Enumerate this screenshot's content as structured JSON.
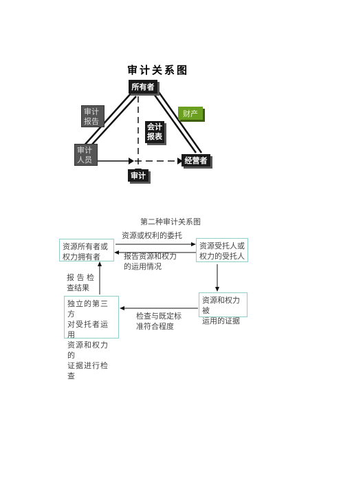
{
  "diagram1": {
    "title": "审计关系图",
    "owner": "所有者",
    "audit_report": [
      "审计",
      "报告"
    ],
    "auditor": [
      "审计",
      "人员"
    ],
    "accounting_statements": [
      "会计",
      "报表"
    ],
    "property": "财产",
    "manager": "经营者",
    "audit": "审计"
  },
  "diagram2": {
    "title": "第二种审计关系图",
    "delegation_label": "资源或权利的委托",
    "owner_box": [
      "资源所有者或",
      "权力拥有者"
    ],
    "trustee_box": [
      "资源受托人或",
      "权力的受托人"
    ],
    "report_usage_label": [
      "报告资源和权力",
      "的运用情况"
    ],
    "report_result_label": [
      "报 告 检",
      "查结果"
    ],
    "evidence_box": [
      "资源和权力被",
      "运用的证据"
    ],
    "third_party_box": [
      "独立的第三方",
      "对受托者运用",
      "资源和权力的",
      "证据进行检查"
    ],
    "check_label": [
      "检查与既定标",
      "准符合程度"
    ]
  }
}
